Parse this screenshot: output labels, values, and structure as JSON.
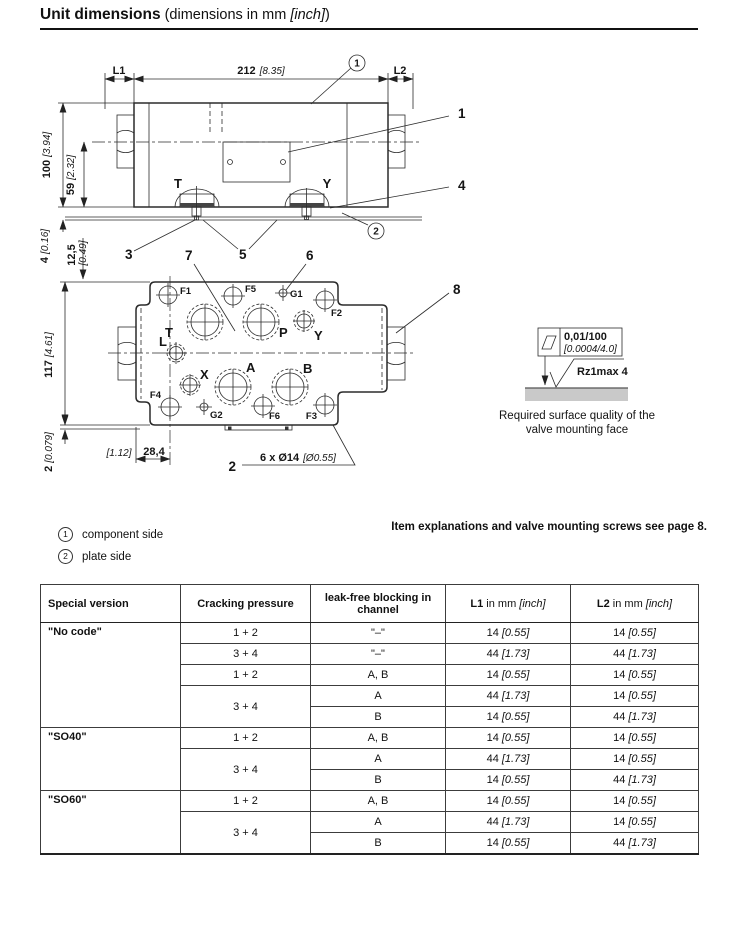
{
  "page": {
    "title": "Unit dimensions",
    "subtitle": " (dimensions in mm [inch])"
  },
  "front_view": {
    "dims": {
      "l1": "L1",
      "len_mm": "212",
      "len_inch": "[8.35]",
      "l2": "L2",
      "h100_mm": "100",
      "h100_inch": "[3.94]",
      "h59_mm": "59",
      "h59_inch": "[2.32]",
      "h4_mm": "4",
      "h4_inch": "[0.16]",
      "h125_mm": "12,5",
      "h125_inch": "[0.49]"
    },
    "ports": {
      "t": "T",
      "y": "Y"
    },
    "callouts": {
      "comp_side": "1",
      "plate_side": "2",
      "c1": "1",
      "c3": "3",
      "c4": "4",
      "c5": "5"
    }
  },
  "plan_view": {
    "dims": {
      "h117_mm": "117",
      "h117_inch": "[4.61]",
      "h2_mm": "2",
      "h2_inch": "[0.079]",
      "w284_inch": "[1.12]",
      "w284_mm": "28,4",
      "holes_mm": "6 x Ø14",
      "holes_inch": "[Ø0.55]",
      "holes_callout": "2"
    },
    "ports": {
      "t": "T",
      "p": "P",
      "y": "Y",
      "l": "L",
      "x": "X",
      "a": "A",
      "b": "B"
    },
    "fixing": {
      "f1": "F1",
      "f2": "F2",
      "f3": "F3",
      "f4": "F4",
      "f5": "F5",
      "f6": "F6",
      "g1": "G1",
      "g2": "G2"
    },
    "callouts": {
      "c6": "6",
      "c7": "7",
      "c8": "8"
    }
  },
  "surface": {
    "flatness_mm": "0,01/100",
    "flatness_inch": "[0.0004/4.0]",
    "roughness": "Rz1max 4",
    "caption1": "Required surface quality of the",
    "caption2": "valve mounting face"
  },
  "legend": {
    "item1_num": "1",
    "item1_label": "component side",
    "item2_num": "2",
    "item2_label": "plate side"
  },
  "note": "Item explanations and valve mounting screws see page 8.",
  "table": {
    "headers": {
      "h1": "Special version",
      "h2": "Cracking pressure",
      "h3": "leak-free blocking in channel",
      "h4_b": "L1",
      "h4_rest": " in mm [inch]",
      "h5_b": "L2",
      "h5_rest": " in mm [inch]"
    },
    "rows": {
      "r1": {
        "version": "\"No code\"",
        "cp": "1 + 2",
        "ch": "\"–\"",
        "l1": "14 [0.55]",
        "l2": "14 [0.55]"
      },
      "r2": {
        "cp": "3 + 4",
        "ch": "\"–\"",
        "l1": "44 [1.73]",
        "l2": "44 [1.73]"
      },
      "r3": {
        "cp": "1 + 2",
        "ch": "A, B",
        "l1": "14 [0.55]",
        "l2": "14 [0.55]"
      },
      "r4": {
        "cp": "3 + 4",
        "ch": "A",
        "l1": "44 [1.73]",
        "l2": "14 [0.55]"
      },
      "r5": {
        "ch": "B",
        "l1": "14 [0.55]",
        "l2": "44 [1.73]"
      },
      "r6": {
        "version": "\"SO40\"",
        "cp": "1 + 2",
        "ch": "A, B",
        "l1": "14 [0.55]",
        "l2": "14 [0.55]"
      },
      "r7": {
        "cp": "3 + 4",
        "ch": "A",
        "l1": "44 [1.73]",
        "l2": "14 [0.55]"
      },
      "r8": {
        "ch": "B",
        "l1": "14 [0.55]",
        "l2": "44 [1.73]"
      },
      "r9": {
        "version": "\"SO60\"",
        "cp": "1 + 2",
        "ch": "A, B",
        "l1": "14 [0.55]",
        "l2": "14 [0.55]"
      },
      "r10": {
        "cp": "3 + 4",
        "ch": "A",
        "l1": "44 [1.73]",
        "l2": "14 [0.55]"
      },
      "r11": {
        "ch": "B",
        "l1": "14 [0.55]",
        "l2": "44 [1.73]"
      }
    }
  }
}
